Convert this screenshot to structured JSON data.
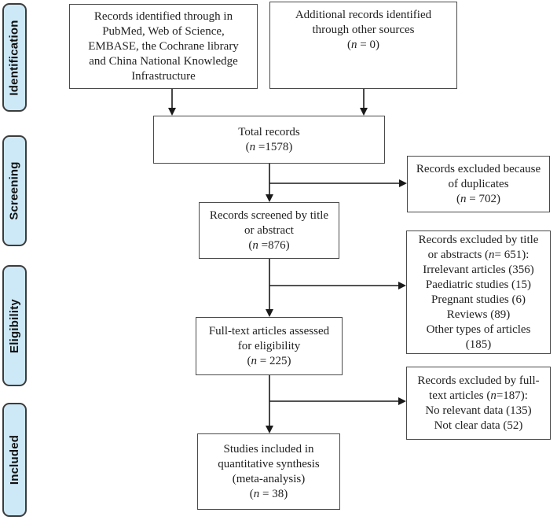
{
  "figure_type": "prisma-flow-diagram",
  "colors": {
    "stage_fill": "#cde9f8",
    "stage_border": "#3c3c3c",
    "box_border": "#4a4a4a",
    "arrow": "#1a1a1a",
    "text": "#222222"
  },
  "stages": [
    {
      "label": "Identification"
    },
    {
      "label": "Screening"
    },
    {
      "label": "Eligibility"
    },
    {
      "label": "Included"
    }
  ],
  "boxes": {
    "records_identified": {
      "lines": [
        "Records identified through in",
        "PubMed, Web of Science,",
        "EMBASE, the Cochrane library",
        "and China National Knowledge",
        "Infrastructure"
      ]
    },
    "additional_records": {
      "lines": [
        "Additional records identified",
        "through other sources",
        "(n = 0)"
      ]
    },
    "total_records": {
      "lines": [
        "Total records",
        "(n =1578)"
      ]
    },
    "duplicates_excluded": {
      "lines": [
        "Records excluded because",
        "of duplicates",
        "(n = 702)"
      ]
    },
    "records_screened": {
      "lines": [
        "Records screened by title",
        "or abstract",
        "(n =876)"
      ]
    },
    "title_abstract_excluded": {
      "lines": [
        "Records excluded by title",
        "or abstracts (n= 651):",
        "Irrelevant articles (356)",
        "Paediatric studies (15)",
        "Pregnant studies (6)",
        "Reviews (89)",
        "Other types of articles",
        "(185)"
      ]
    },
    "fulltext_assessed": {
      "lines": [
        "Full-text articles assessed",
        "for eligibility",
        "(n = 225)"
      ]
    },
    "fulltext_excluded": {
      "lines": [
        "Records excluded by full-",
        "text articles (n=187):",
        "No relevant data (135)",
        "Not clear data (52)"
      ]
    },
    "studies_included": {
      "lines": [
        "Studies included in",
        "quantitative synthesis",
        "(meta-analysis)",
        "(n = 38)"
      ]
    }
  }
}
